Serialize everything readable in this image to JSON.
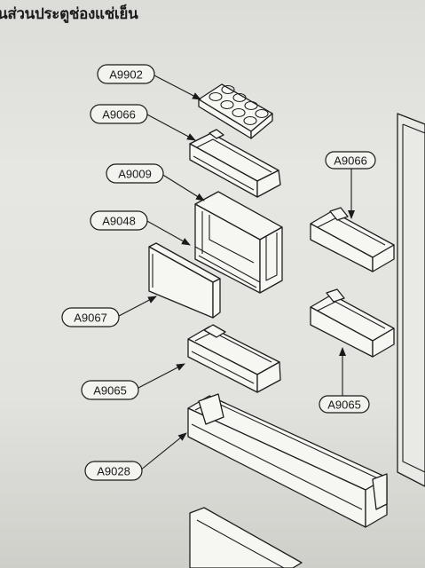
{
  "header": {
    "title": "นส่วนประตูช่องแช่เย็น"
  },
  "diagram": {
    "part_labels": [
      {
        "id": "label-a9902",
        "text": "A9902",
        "points_to": "egg-tray"
      },
      {
        "id": "label-a9066-left",
        "text": "A9066",
        "points_to": "door-bin-top"
      },
      {
        "id": "label-a9009",
        "text": "A9009",
        "points_to": "dairy-box"
      },
      {
        "id": "label-a9048",
        "text": "A9048",
        "points_to": "dairy-box-base"
      },
      {
        "id": "label-a9067",
        "text": "A9067",
        "points_to": "dairy-cover"
      },
      {
        "id": "label-a9065-left",
        "text": "A9065",
        "points_to": "door-bin-middle"
      },
      {
        "id": "label-a9028",
        "text": "A9028",
        "points_to": "long-door-bin"
      },
      {
        "id": "label-a9066-right",
        "text": "A9066",
        "points_to": "right-door-bin-upper"
      },
      {
        "id": "label-a9065-right",
        "text": "A9065",
        "points_to": "right-door-bin-lower"
      }
    ]
  }
}
